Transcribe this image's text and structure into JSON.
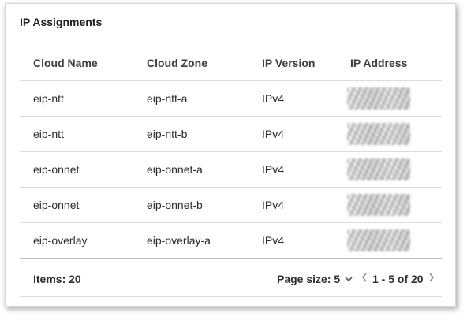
{
  "panel": {
    "title": "IP Assignments"
  },
  "table": {
    "headers": {
      "cloud_name": "Cloud Name",
      "cloud_zone": "Cloud Zone",
      "ip_version": "IP Version",
      "ip_address": "IP Address"
    },
    "rows": [
      {
        "cloud_name": "eip-ntt",
        "cloud_zone": "eip-ntt-a",
        "ip_version": "IPv4"
      },
      {
        "cloud_name": "eip-ntt",
        "cloud_zone": "eip-ntt-b",
        "ip_version": "IPv4"
      },
      {
        "cloud_name": "eip-onnet",
        "cloud_zone": "eip-onnet-a",
        "ip_version": "IPv4"
      },
      {
        "cloud_name": "eip-onnet",
        "cloud_zone": "eip-onnet-b",
        "ip_version": "IPv4"
      },
      {
        "cloud_name": "eip-overlay",
        "cloud_zone": "eip-overlay-a",
        "ip_version": "IPv4"
      }
    ]
  },
  "footer": {
    "items_label": "Items: 20",
    "page_size_label": "Page size: 5",
    "range_label": "1 - 5 of 20",
    "icons": {
      "page_size_dropdown": "chevron-down-icon",
      "prev_page": "chevron-left-icon",
      "next_page": "chevron-right-icon"
    }
  }
}
